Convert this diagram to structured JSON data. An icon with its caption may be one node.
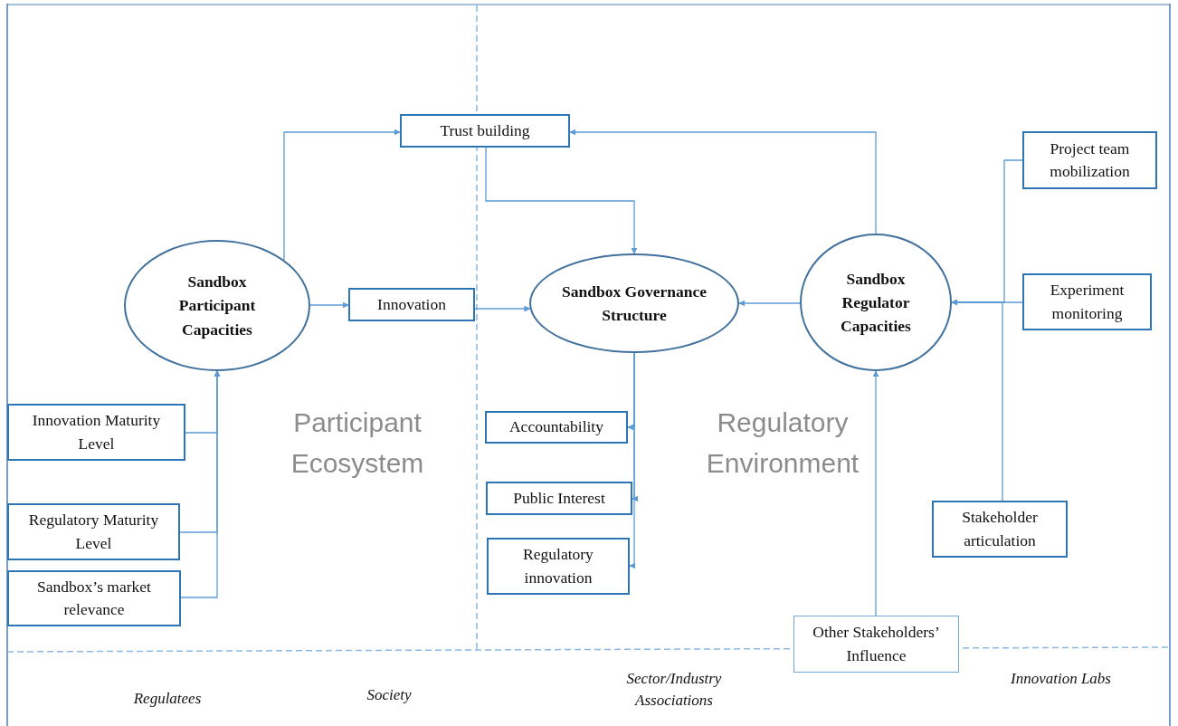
{
  "diagram": {
    "nodes": [
      {
        "text": [
          "Trust building"
        ]
      },
      {
        "text": [
          "Sandbox Participant Capacities"
        ]
      },
      {
        "text": [
          "Innovation"
        ]
      },
      {
        "text": [
          "Sandbox Governance Structure"
        ]
      },
      {
        "text": [
          "Sandbox Regulator Capacities"
        ]
      },
      {
        "text": [
          "Project team mobilization"
        ]
      },
      {
        "text": [
          "Experiment monitoring"
        ]
      },
      {
        "text": [
          "Innovation Maturity Level"
        ]
      },
      {
        "text": [
          "Regulatory Maturity Level"
        ]
      },
      {
        "text": [
          "Sandbox’s market relevance"
        ]
      },
      {
        "text": [
          "Accountability"
        ]
      },
      {
        "text": [
          "Public Interest"
        ]
      },
      {
        "text": [
          "Regulatory innovation"
        ]
      },
      {
        "text": [
          "Stakeholder articulation"
        ]
      },
      {
        "text": [
          "Other Stakeholders’ Influence"
        ]
      }
    ],
    "edges": [
      {
        "from": 1,
        "to": 0,
        "arrow": "to"
      },
      {
        "from": 4,
        "to": 0,
        "arrow": "to"
      },
      {
        "from": 0,
        "to": 3,
        "arrow": "to"
      },
      {
        "from": 1,
        "to": 2,
        "arrow": "to"
      },
      {
        "from": 2,
        "to": 3,
        "arrow": "to"
      },
      {
        "from": 4,
        "to": 3,
        "arrow": "to"
      },
      {
        "from": 5,
        "to": 4,
        "arrow": "to"
      },
      {
        "from": 6,
        "to": 4,
        "arrow": "to"
      },
      {
        "from": 13,
        "to": 4,
        "arrow": "to"
      },
      {
        "from": 14,
        "to": 4,
        "arrow": "to"
      },
      {
        "from": 7,
        "to": 1,
        "arrow": "to"
      },
      {
        "from": 8,
        "to": 1,
        "arrow": "to"
      },
      {
        "from": 9,
        "to": 1,
        "arrow": "to"
      },
      {
        "from": 3,
        "to": 10,
        "arrow": "to"
      },
      {
        "from": 3,
        "to": 11,
        "arrow": "to"
      },
      {
        "from": 3,
        "to": 12,
        "arrow": "to"
      }
    ],
    "labels": [
      "Participant Ecosystem",
      "Regulatory Environment",
      "Regulatees",
      "Society",
      "Sector/Industry Associations",
      "Innovation Labs"
    ]
  }
}
